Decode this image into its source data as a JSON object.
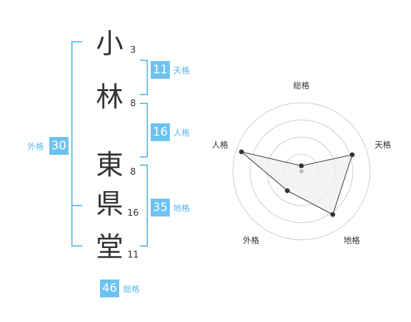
{
  "name_chars": [
    {
      "char": "小",
      "strokes": "3"
    },
    {
      "char": "林",
      "strokes": "8"
    },
    {
      "char": "東",
      "strokes": "8"
    },
    {
      "char": "県",
      "strokes": "16"
    },
    {
      "char": "堂",
      "strokes": "11"
    }
  ],
  "kakusu": {
    "tenkaku": {
      "value": "11",
      "label": "天格"
    },
    "jinkaku": {
      "value": "16",
      "label": "人格"
    },
    "chikaku": {
      "value": "35",
      "label": "地格"
    },
    "gaikaku": {
      "value": "30",
      "label": "外格"
    },
    "soukaku": {
      "value": "46",
      "label": "総格"
    }
  },
  "colors": {
    "accent": "#6cc3f1",
    "label": "#5ab4e8",
    "text": "#333333",
    "grid": "#cccccc",
    "fill": "#f0f0f0",
    "stroke": "#333333"
  },
  "chart_data": {
    "type": "radar",
    "axes": [
      "総格",
      "天格",
      "地格",
      "外格",
      "人格"
    ],
    "values": [
      0.08,
      0.78,
      0.78,
      0.35,
      0.92
    ],
    "rings": 4,
    "range": [
      0,
      1
    ]
  }
}
